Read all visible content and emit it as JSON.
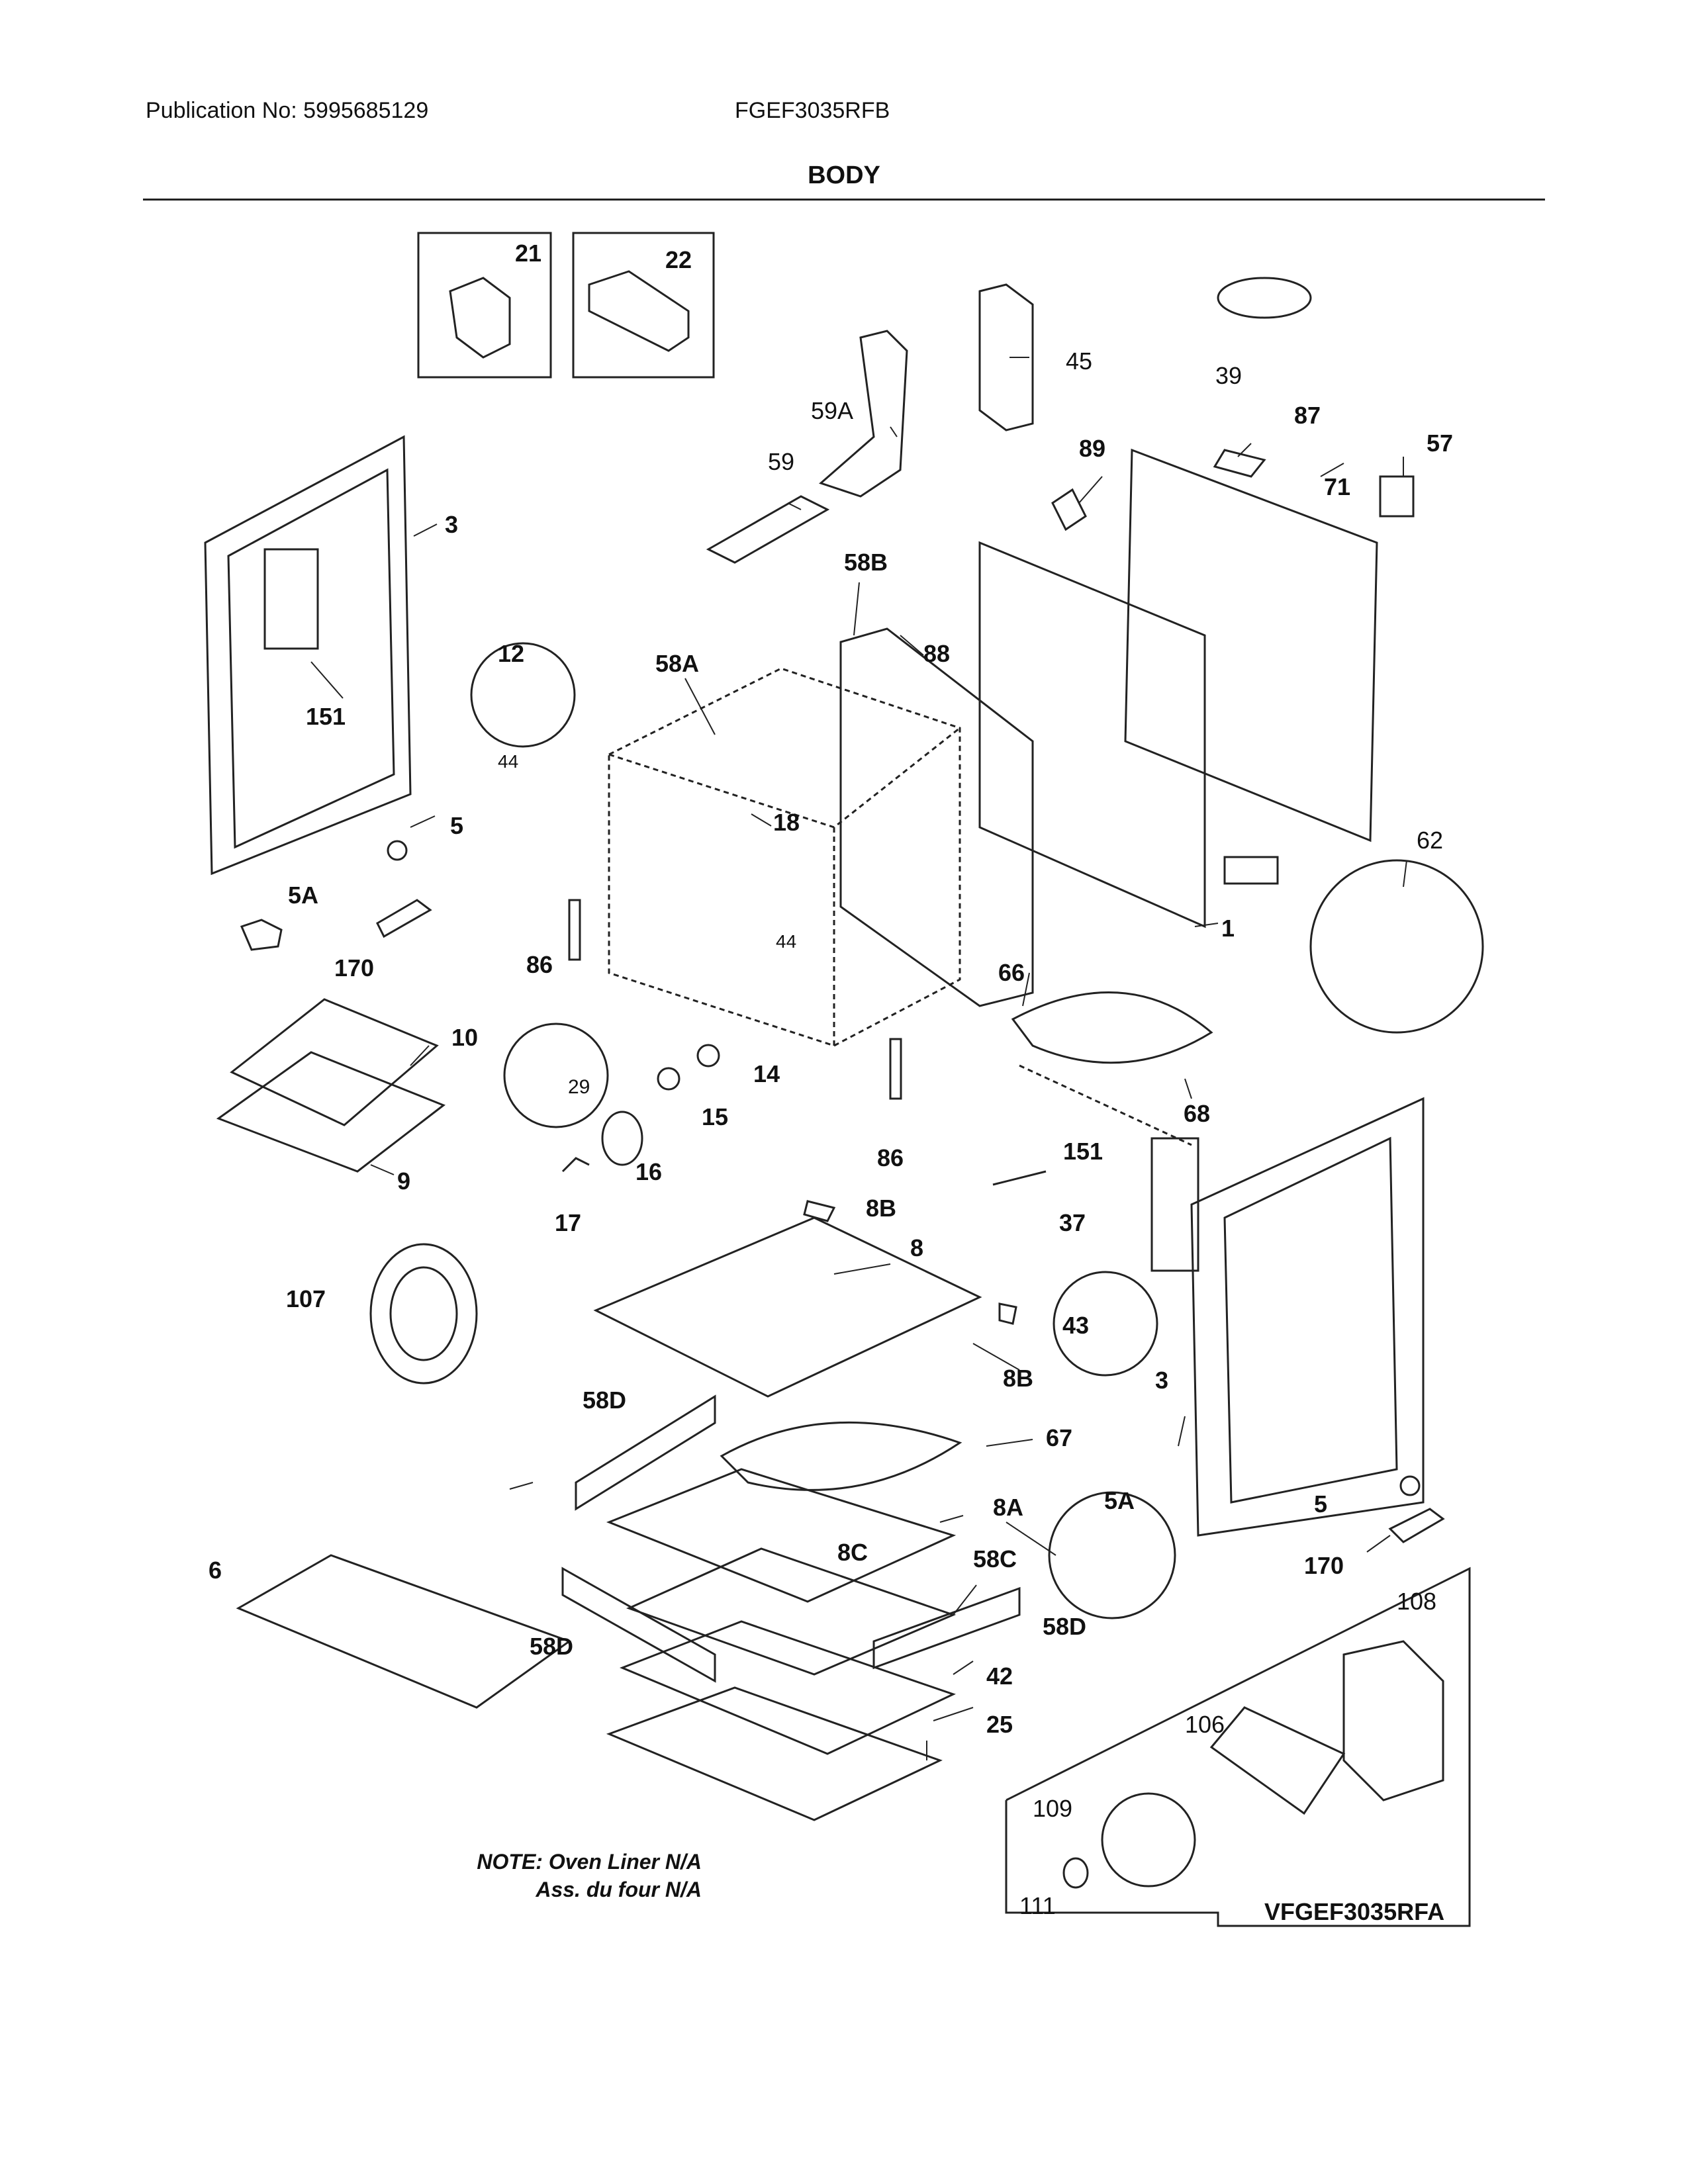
{
  "header": {
    "publication": "Publication No: 5995685129",
    "model": "FGEF3035RFB",
    "title": "BODY"
  },
  "note": {
    "line1": "NOTE: Oven Liner N/A",
    "line2": "Ass. du four N/A"
  },
  "variant_label": "VFGEF3035RFA",
  "callouts": {
    "c1": "1",
    "c3a": "3",
    "c3b": "3",
    "c5a": "5",
    "c5b": "5",
    "c5Aa": "5A",
    "c5Ab": "5A",
    "c6": "6",
    "c8": "8",
    "c8A": "8A",
    "c8Ba": "8B",
    "c8Bb": "8B",
    "c8C": "8C",
    "c9": "9",
    "c10": "10",
    "c12": "12",
    "c14": "14",
    "c15": "15",
    "c16": "16",
    "c17": "17",
    "c18": "18",
    "c21": "21",
    "c22": "22",
    "c25": "25",
    "c29": "29",
    "c37": "37",
    "c39": "39",
    "c42": "42",
    "c43": "43",
    "c44a": "44",
    "c44b": "44",
    "c45": "45",
    "c57": "57",
    "c58A": "58A",
    "c58B": "58B",
    "c58C": "58C",
    "c58Da": "58D",
    "c58Db": "58D",
    "c58Dc": "58D",
    "c59": "59",
    "c59A": "59A",
    "c62": "62",
    "c66": "66",
    "c67": "67",
    "c68": "68",
    "c71": "71",
    "c86a": "86",
    "c86b": "86",
    "c87": "87",
    "c88": "88",
    "c89": "89",
    "c106": "106",
    "c107": "107",
    "c108": "108",
    "c109": "109",
    "c111": "111",
    "c151a": "151",
    "c151b": "151",
    "c170a": "170",
    "c170b": "170"
  }
}
